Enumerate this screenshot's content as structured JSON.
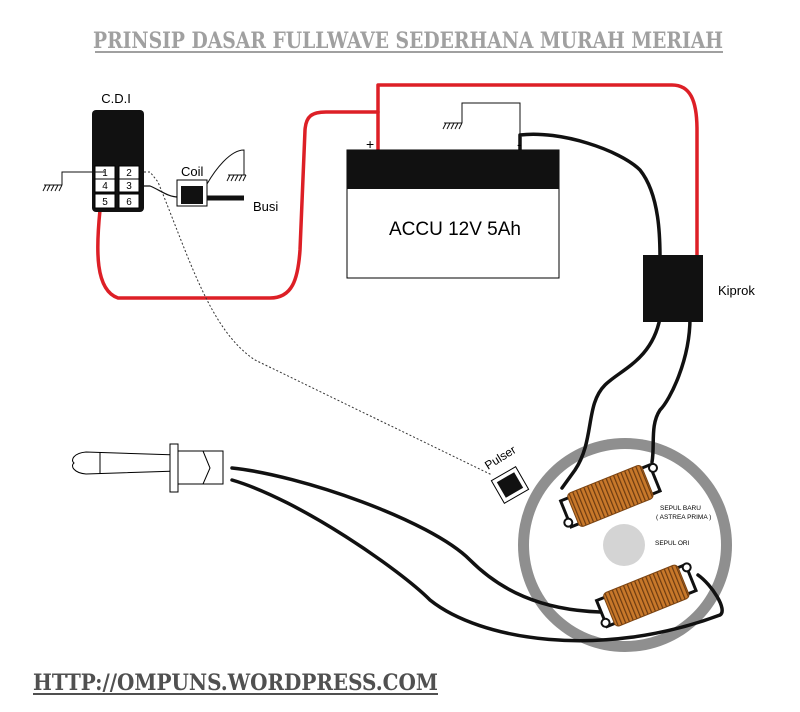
{
  "title": "PRINSIP DASAR FULLWAVE SEDERHANA MURAH MERIAH",
  "footer_url": "HTTP://OMPUNS.WORDPRESS.COM",
  "cdi": {
    "label": "C.D.I",
    "pins": [
      "1",
      "2",
      "3",
      "4",
      "5",
      "6"
    ]
  },
  "coil_label": "Coil",
  "busi_label": "Busi",
  "battery": {
    "label": "ACCU 12V 5Ah",
    "plus": "+",
    "minus": "-"
  },
  "kiprok_label": "Kiprok",
  "pulser_label": "Pulser",
  "stator": {
    "new_coil_line1": "SEPUL BARU",
    "new_coil_line2": "( ASTREA PRIMA )",
    "orig_coil": "SEPUL ORI"
  },
  "colors": {
    "title_gray": "#a0a0a0",
    "positive_wire": "#dd1f26",
    "wire": "#111111",
    "coil_copper": "#c8782a",
    "stator_ring": "#8f8f8f",
    "footer": "#505050"
  }
}
